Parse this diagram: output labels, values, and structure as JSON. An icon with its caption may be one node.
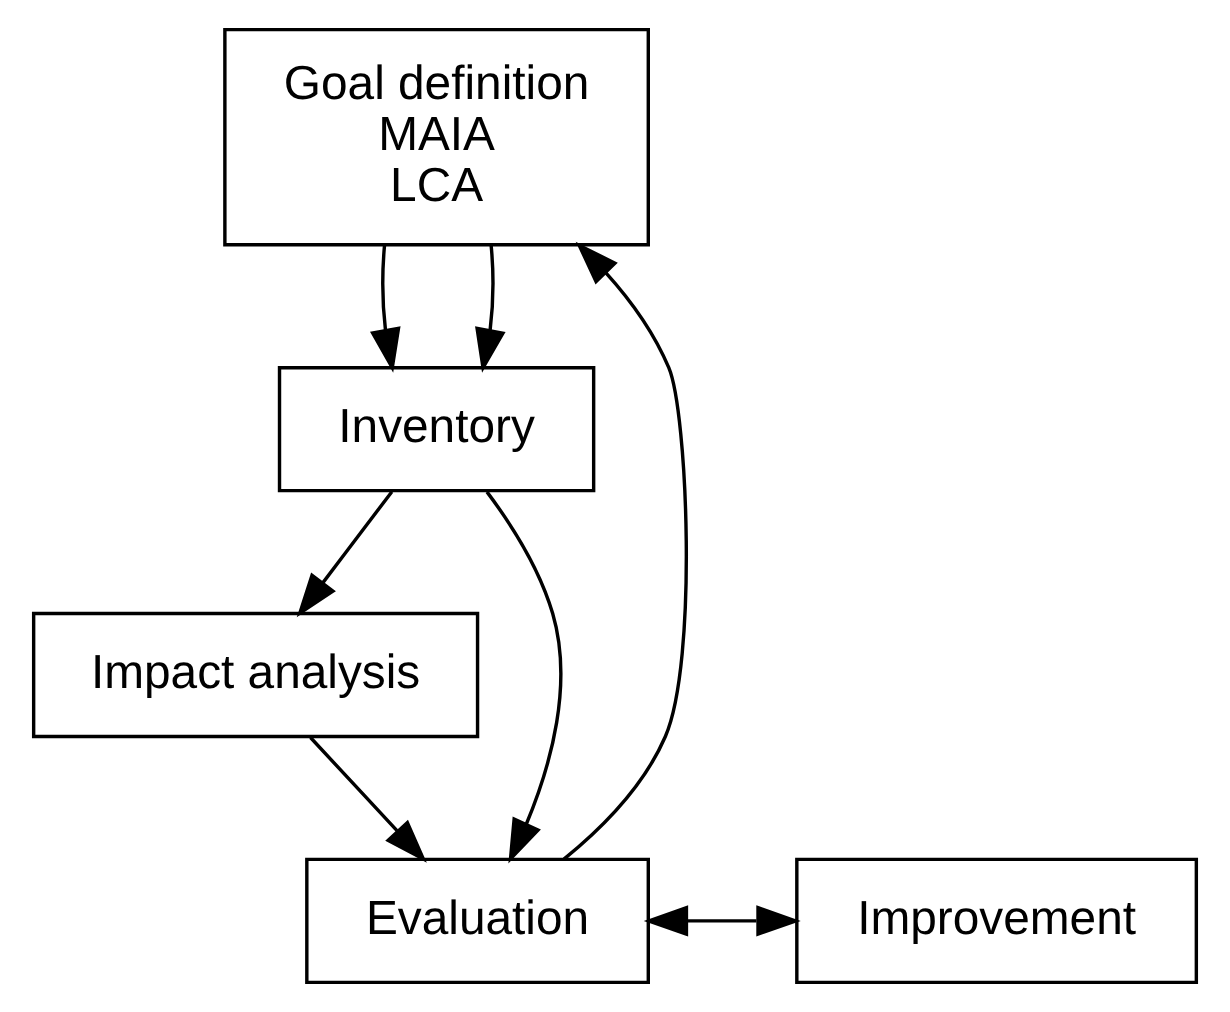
{
  "diagram": {
    "nodes": [
      {
        "text": [
          "Goal definition",
          "MAIA",
          "LCA"
        ]
      },
      {
        "text": [
          "Inventory"
        ]
      },
      {
        "text": [
          "Impact analysis"
        ]
      },
      {
        "text": [
          "Evaluation"
        ]
      },
      {
        "text": [
          "Improvement"
        ]
      }
    ],
    "edges": [
      {
        "from": 0,
        "to": 1,
        "arrow": "to"
      },
      {
        "from": 0,
        "to": 1,
        "arrow": "to"
      },
      {
        "from": 1,
        "to": 2,
        "arrow": "to"
      },
      {
        "from": 1,
        "to": 3,
        "arrow": "to"
      },
      {
        "from": 2,
        "to": 3,
        "arrow": "to"
      },
      {
        "from": 3,
        "to": 4,
        "arrow": "both"
      },
      {
        "from": 3,
        "to": 0,
        "arrow": "to"
      }
    ]
  }
}
